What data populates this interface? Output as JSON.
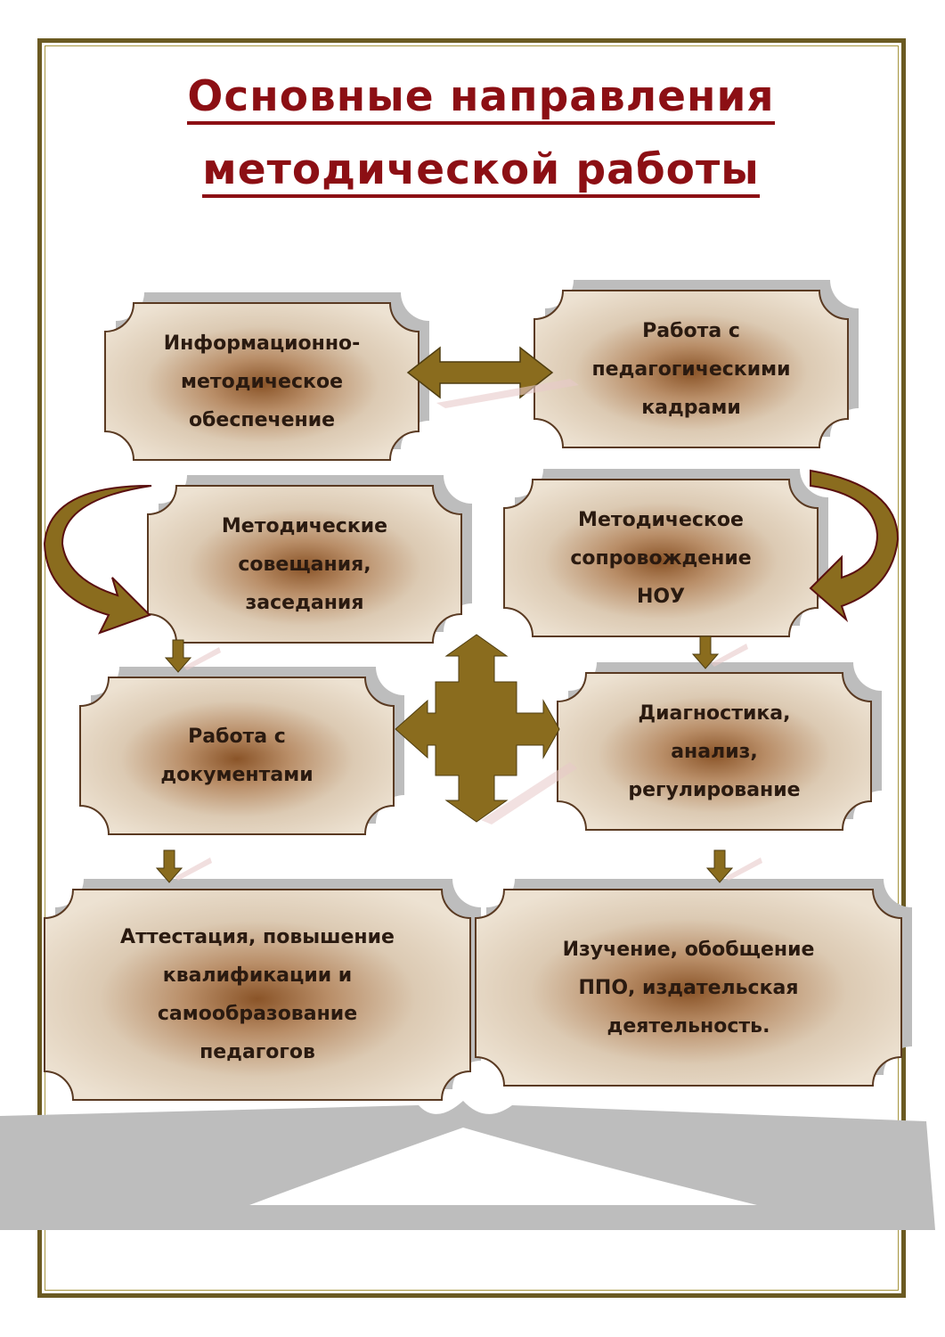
{
  "title": {
    "line1": "Основные направления",
    "line2": "методической работы"
  },
  "colors": {
    "title": "#8c0f14",
    "frame": "#6b5a22",
    "arrow": "#8a6c1e",
    "box_fill": "#e3d3be",
    "box_center": "#8a5428",
    "shadow": "#bdbdbd"
  },
  "nodes": [
    {
      "id": "info",
      "text": "Информационно-\nметодическое\nобеспечение"
    },
    {
      "id": "staff",
      "text": "Работа с\nпедагогическими\nкадрами"
    },
    {
      "id": "meetings",
      "text": "Методические\nсовещания,\nзаседания"
    },
    {
      "id": "nou",
      "text": "Методическое\nсопровождение\nНОУ"
    },
    {
      "id": "docs",
      "text": "Работа с\nдокументами"
    },
    {
      "id": "diag",
      "text": "Диагностика,\nанализ,\nрегулирование"
    },
    {
      "id": "attest",
      "text": "Аттестация, повышение\nквалификации и\nсамообразование\nпедагогов"
    },
    {
      "id": "study",
      "text": "Изучение, обобщение\nППО, издательская\nдеятельность."
    }
  ]
}
